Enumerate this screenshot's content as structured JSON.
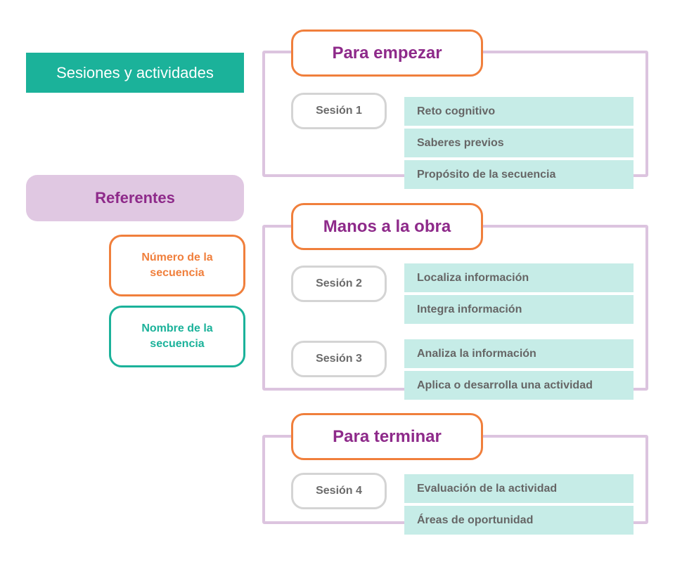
{
  "left_panel": {
    "sessions_banner": "Sesiones y actividades",
    "referents_banner": "Referentes",
    "number_box": "Número de la secuencia",
    "name_box": "Nombre de la secuencia"
  },
  "sections": [
    {
      "title": "Para empezar",
      "sessions": [
        {
          "label": "Sesión 1",
          "activities": [
            "Reto cognitivo",
            "Saberes previos",
            "Propósito de la secuencia"
          ]
        }
      ]
    },
    {
      "title": "Manos a la obra",
      "sessions": [
        {
          "label": "Sesión 2",
          "activities": [
            "Localiza información",
            "Integra información"
          ]
        },
        {
          "label": "Sesión 3",
          "activities": [
            "Analiza la información",
            "Aplica o desarrolla una actividad"
          ]
        }
      ]
    },
    {
      "title": "Para terminar",
      "sessions": [
        {
          "label": "Sesión 4",
          "activities": [
            "Evaluación de la actividad",
            "Áreas de oportunidad"
          ]
        }
      ]
    }
  ],
  "colors": {
    "teal": "#1bb29a",
    "lilac": "#e0c8e2",
    "purple_text": "#8e2a8a",
    "orange": "#f07f3c",
    "activity_bg": "#c6ece7",
    "session_border": "#d4d4d4"
  }
}
